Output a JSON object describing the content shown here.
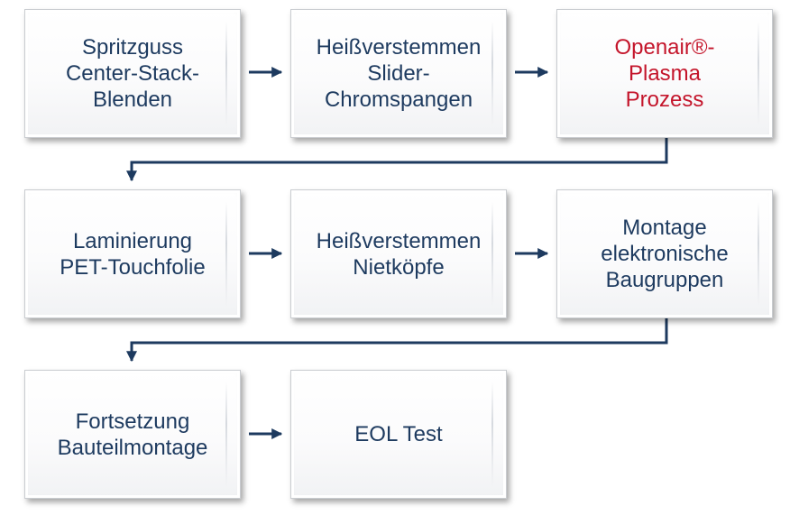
{
  "diagram": {
    "steps": [
      {
        "label": "Spritzguss\nCenter-Stack-\nBlenden",
        "highlight": false
      },
      {
        "label": "Heißverstemmen\nSlider-\nChromspangen",
        "highlight": false
      },
      {
        "label": "Openair®-\nPlasma\nProzess",
        "highlight": true
      },
      {
        "label": "Laminierung\nPET-Touchfolie",
        "highlight": false
      },
      {
        "label": "Heißverstemmen\nNietköpfe",
        "highlight": false
      },
      {
        "label": "Montage\nelektronische\nBaugruppen",
        "highlight": false
      },
      {
        "label": "Fortsetzung\nBauteilmontage",
        "highlight": false
      },
      {
        "label": "EOL Test",
        "highlight": false
      }
    ],
    "colors": {
      "text": "#1d3a5f",
      "highlight_text": "#c4152b",
      "arrow": "#1d3a5f",
      "box_border": "#c9ccd0"
    }
  }
}
